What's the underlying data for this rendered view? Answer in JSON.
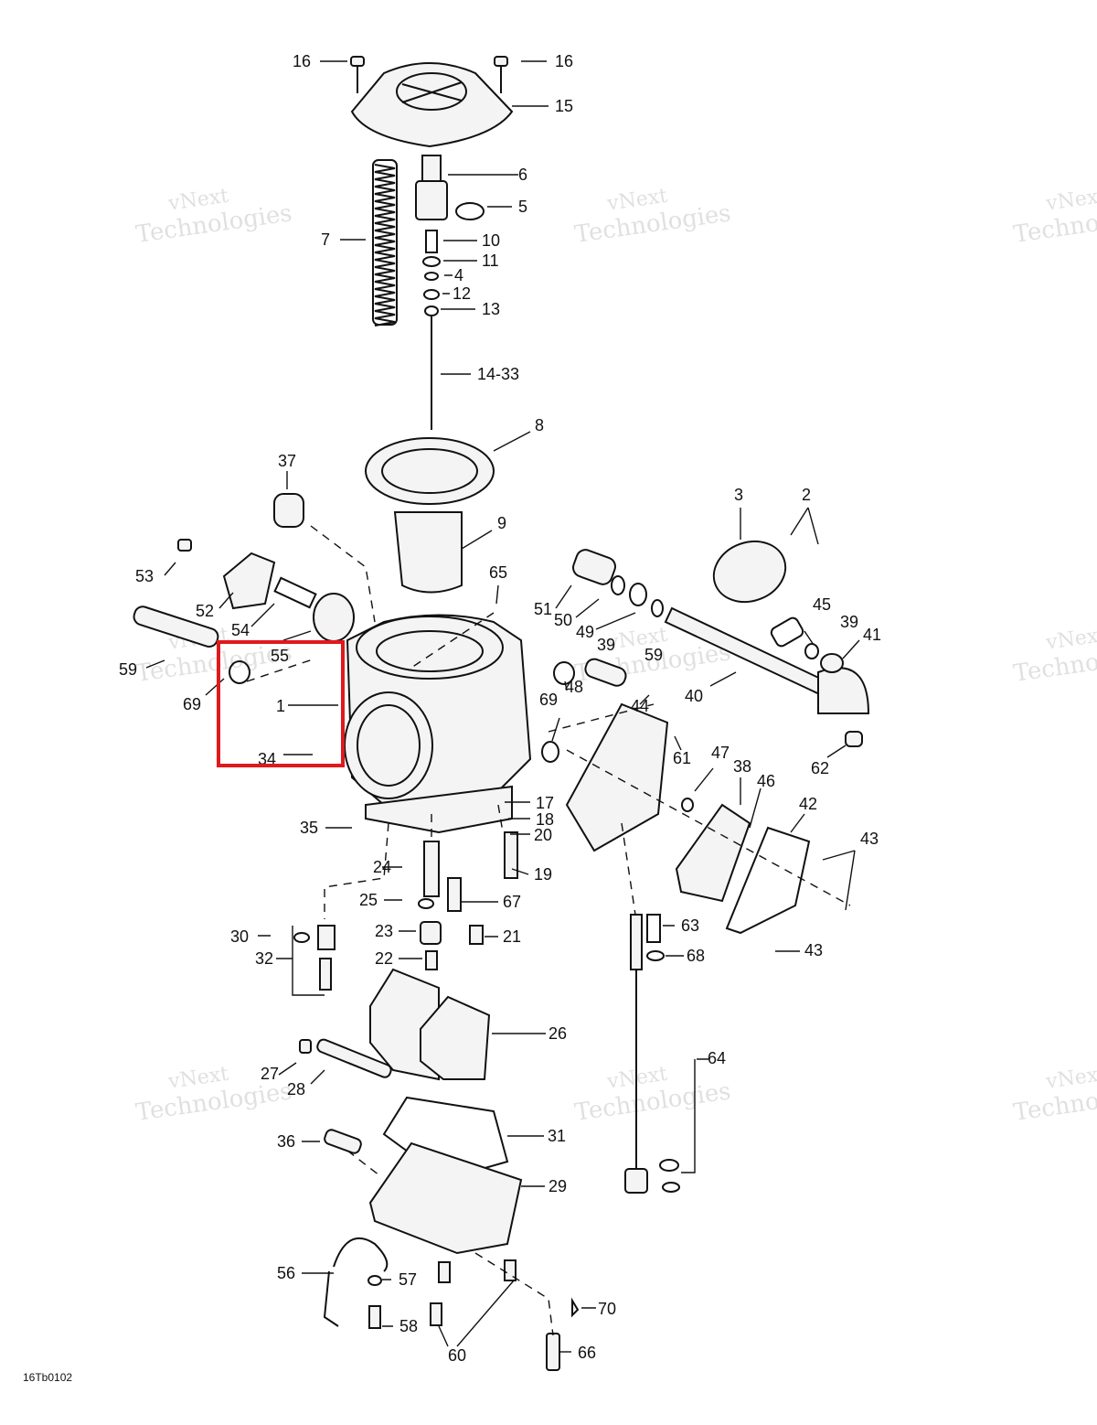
{
  "diagram": {
    "reference_code": "16Tb0102",
    "watermark": {
      "line1": "vNext",
      "line2": "Technologies"
    },
    "highlight_color": "#e0191e",
    "callouts": [
      "16",
      "16",
      "15",
      "6",
      "5",
      "7",
      "10",
      "11",
      "4",
      "12",
      "13",
      "14-33",
      "8",
      "37",
      "9",
      "3",
      "2",
      "53",
      "65",
      "51",
      "50",
      "49",
      "52",
      "54",
      "39",
      "45",
      "39",
      "41",
      "55",
      "59",
      "59",
      "69",
      "1",
      "69",
      "48",
      "44",
      "40",
      "34",
      "61",
      "47",
      "38",
      "62",
      "46",
      "17",
      "18",
      "35",
      "20",
      "42",
      "43",
      "24",
      "19",
      "25",
      "67",
      "23",
      "21",
      "30",
      "32",
      "22",
      "63",
      "68",
      "43",
      "26",
      "64",
      "27",
      "28",
      "36",
      "31",
      "29",
      "56",
      "57",
      "70",
      "58",
      "60",
      "66"
    ]
  }
}
